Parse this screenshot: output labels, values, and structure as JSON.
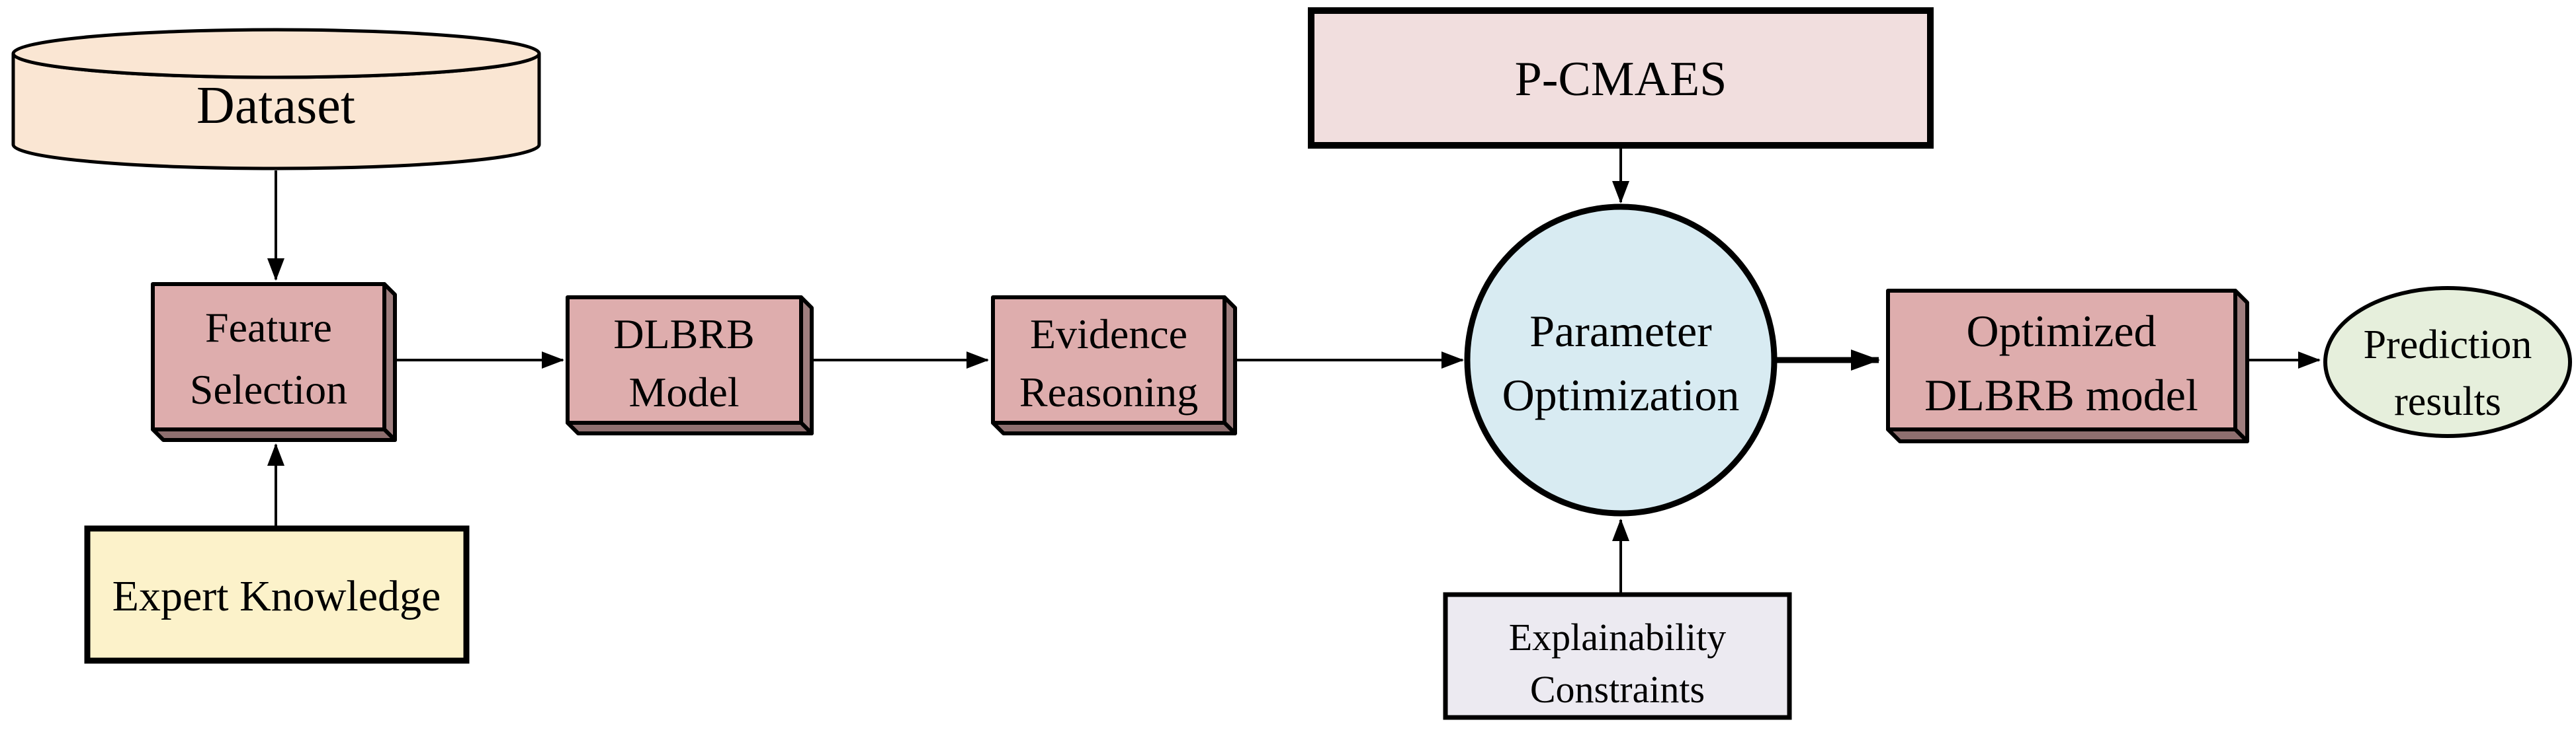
{
  "diagram": {
    "type": "flowchart",
    "nodes": {
      "dataset": {
        "shape": "cylinder",
        "label": "Dataset"
      },
      "feature_selection": {
        "shape": "box3d",
        "line1": "Feature",
        "line2": "Selection"
      },
      "expert_knowledge": {
        "shape": "rect",
        "label": "Expert Knowledge"
      },
      "dlbrb_model": {
        "shape": "box3d",
        "line1": "DLBRB",
        "line2": "Model"
      },
      "evidence_reasoning": {
        "shape": "box3d",
        "line1": "Evidence",
        "line2": "Reasoning"
      },
      "p_cmaes": {
        "shape": "rect",
        "label": "P-CMAES"
      },
      "parameter_optimization": {
        "shape": "circle",
        "line1": "Parameter",
        "line2": "Optimization"
      },
      "explainability_constraints": {
        "shape": "rect",
        "line1": "Explainability",
        "line2": "Constraints"
      },
      "optimized_dlbrb": {
        "shape": "box3d",
        "line1": "Optimized",
        "line2": "DLBRB model"
      },
      "prediction_results": {
        "shape": "ellipse",
        "line1": "Prediction",
        "line2": "results"
      }
    },
    "edges": [
      {
        "from": "dataset",
        "to": "feature_selection"
      },
      {
        "from": "expert_knowledge",
        "to": "feature_selection"
      },
      {
        "from": "feature_selection",
        "to": "dlbrb_model"
      },
      {
        "from": "dlbrb_model",
        "to": "evidence_reasoning"
      },
      {
        "from": "evidence_reasoning",
        "to": "parameter_optimization"
      },
      {
        "from": "p_cmaes",
        "to": "parameter_optimization"
      },
      {
        "from": "explainability_constraints",
        "to": "parameter_optimization"
      },
      {
        "from": "parameter_optimization",
        "to": "optimized_dlbrb",
        "weight": "thick"
      },
      {
        "from": "optimized_dlbrb",
        "to": "prediction_results"
      }
    ],
    "colors": {
      "background": "#ffffff",
      "outline": "#000000",
      "cylinder_fill": "#fae6d3",
      "box3d_face": "#deadad",
      "box3d_side": "#9e7e7e",
      "box3d_bottom": "#8e6f6f",
      "pcmaes_fill": "#f1dede",
      "circle_fill": "#d8ebf2",
      "explainability_fill": "#eceaf1",
      "expert_fill": "#fcf2ca",
      "prediction_fill": "#e6efdc"
    }
  }
}
